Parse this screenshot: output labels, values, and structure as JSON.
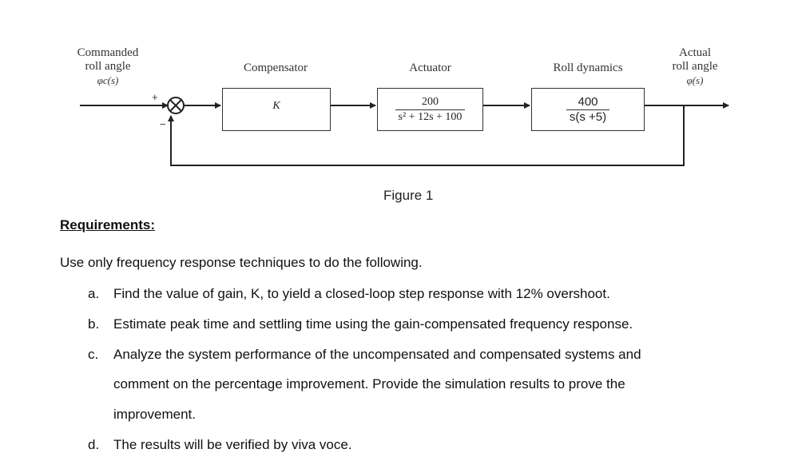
{
  "diagram": {
    "input_label": [
      "Commanded",
      "roll angle",
      "φc(s)"
    ],
    "output_label": [
      "Actual",
      "roll angle",
      "φ(s)"
    ],
    "sum_signs": {
      "plus": "+",
      "minus": "−"
    },
    "blocks": [
      {
        "title": "Compensator",
        "gain": "K"
      },
      {
        "title": "Actuator",
        "numerator": "200",
        "denominator": "s² + 12s + 100"
      },
      {
        "title": "Roll dynamics",
        "numerator": "400",
        "denominator": "s(s +5)"
      }
    ],
    "caption": "Figure 1"
  },
  "requirements": {
    "heading": "Requirements:",
    "intro": "Use only frequency response techniques to do the following.",
    "items": [
      {
        "marker": "a.",
        "lines": [
          "Find the value of gain, K, to yield a closed-loop step response with 12% overshoot."
        ]
      },
      {
        "marker": "b.",
        "lines": [
          "Estimate peak time and settling time using the gain-compensated frequency response."
        ]
      },
      {
        "marker": "c.",
        "lines": [
          "Analyze the system performance of the uncompensated and compensated systems and",
          "comment on the percentage improvement. Provide the  simulation results to prove the",
          "improvement."
        ]
      },
      {
        "marker": "d.",
        "lines": [
          "The results will be verified by viva voce."
        ]
      }
    ]
  }
}
